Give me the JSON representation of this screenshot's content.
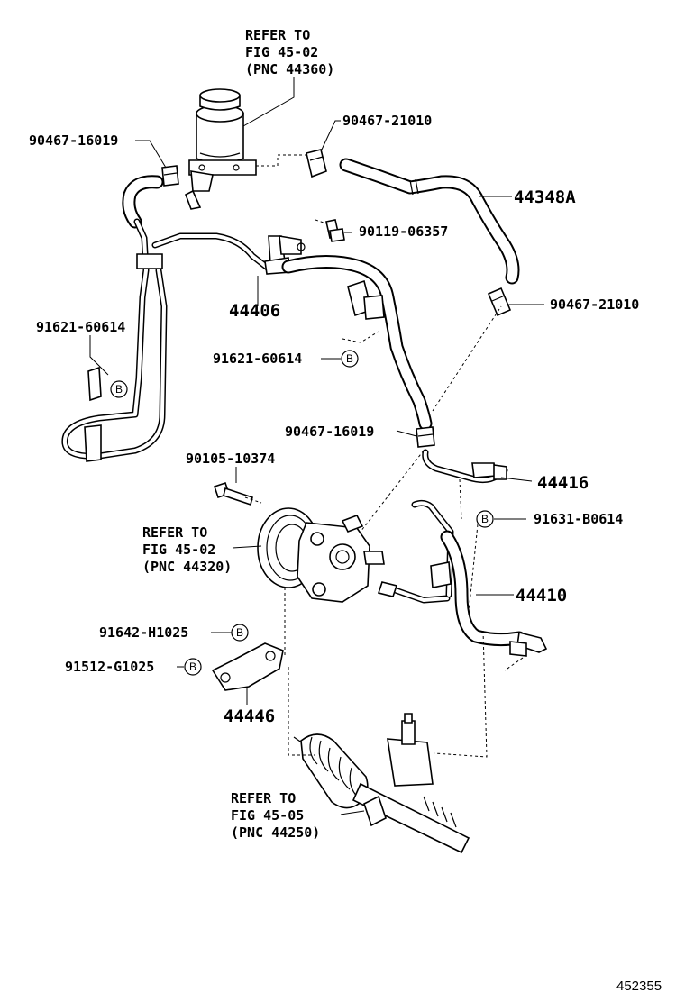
{
  "figure_id": "452355",
  "bolt_marker": "B",
  "labels": {
    "refer_reservoir": [
      "REFER TO",
      "FIG 45-02",
      "(PNC 44360)"
    ],
    "refer_pump": [
      "REFER TO",
      "FIG 45-02",
      "(PNC 44320)"
    ],
    "refer_gear": [
      "REFER TO",
      "FIG 45-05",
      "(PNC 44250)"
    ],
    "clamp_left_top": "90467-16019",
    "clamp_right_top": "90467-21010",
    "return_hose": "44348A",
    "bolt_90119": "90119-06357",
    "clamp_right_mid": "90467-21010",
    "tube_44406": "44406",
    "clip_left": "91621-60614",
    "clip_center": "91621-60614",
    "clamp_center": "90467-16019",
    "bolt_90105": "90105-10374",
    "tube_44416": "44416",
    "bolt_91631": "91631-B0614",
    "pressure_hose": "44410",
    "bolt_91642": "91642-H1025",
    "bolt_91512": "91512-G1025",
    "bracket_44446": "44446"
  }
}
